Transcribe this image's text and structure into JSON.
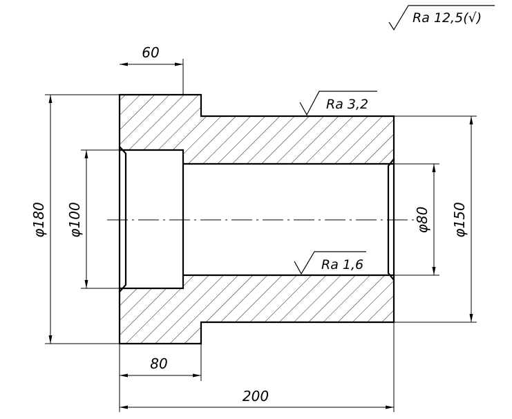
{
  "drawing": {
    "general_roughness": "Ra 12,5(√)",
    "dimensions": {
      "flange_width": "60",
      "bore_depth": "80",
      "total_length": "200",
      "flange_diameter": "φ180",
      "bore_diameter": "φ100",
      "inner_diameter": "φ80",
      "body_diameter": "φ150"
    },
    "roughness": {
      "outer_surface": "Ra 3,2",
      "inner_surface": "Ra 1,6"
    }
  }
}
